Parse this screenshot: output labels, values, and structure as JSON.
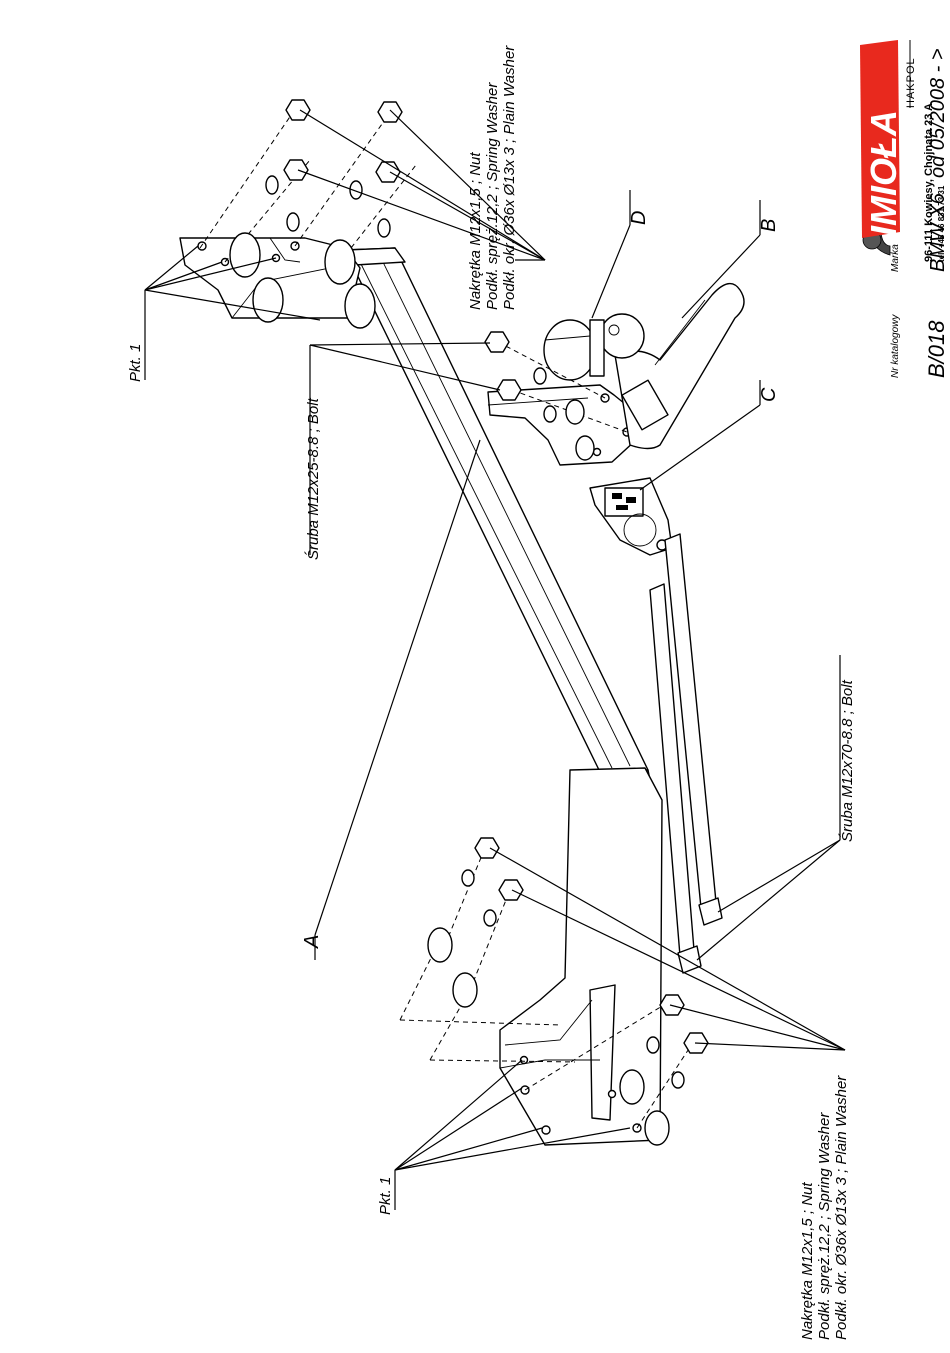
{
  "callouts": {
    "top_hardware": [
      "Nakrętka  M12x1,5 ; Nut",
      "Podkł. spręż.12,2 ; Spring Washer",
      "Podkł. okr.  Ø36x Ø13x 3 ; Plain Washer"
    ],
    "bottom_hardware": [
      "Nakrętka  M12x1,5 ; Nut",
      "Podkł. spręż.12,2 ; Spring Washer",
      "Podkł. okr.  Ø36x Ø13x 3 ; Plain Washer"
    ],
    "pkt_top": "Pkt. 1",
    "pkt_bottom": "Pkt. 1",
    "bolt_m12x25": "Śruba M12x25-8.8 ;  Bolt",
    "bolt_m12x70": "Śruba M12x70-8.8 ;  Bolt",
    "label_a": "A",
    "label_b": "B",
    "label_c": "C",
    "label_d": "D"
  },
  "title_block": {
    "catalog_caption": "Nr katalogowy",
    "catalog_number": "B/018",
    "make_caption": "Marka",
    "make_value": "BMW X6",
    "date_value": "od  05/2008 - >"
  },
  "company": {
    "logo_text": "IMIOŁA",
    "logo_sub": "HAKPOL",
    "address": "96-111 Kowiesy, Chojnata 23 A",
    "phone": "tel. +48 46 831 73 31"
  }
}
